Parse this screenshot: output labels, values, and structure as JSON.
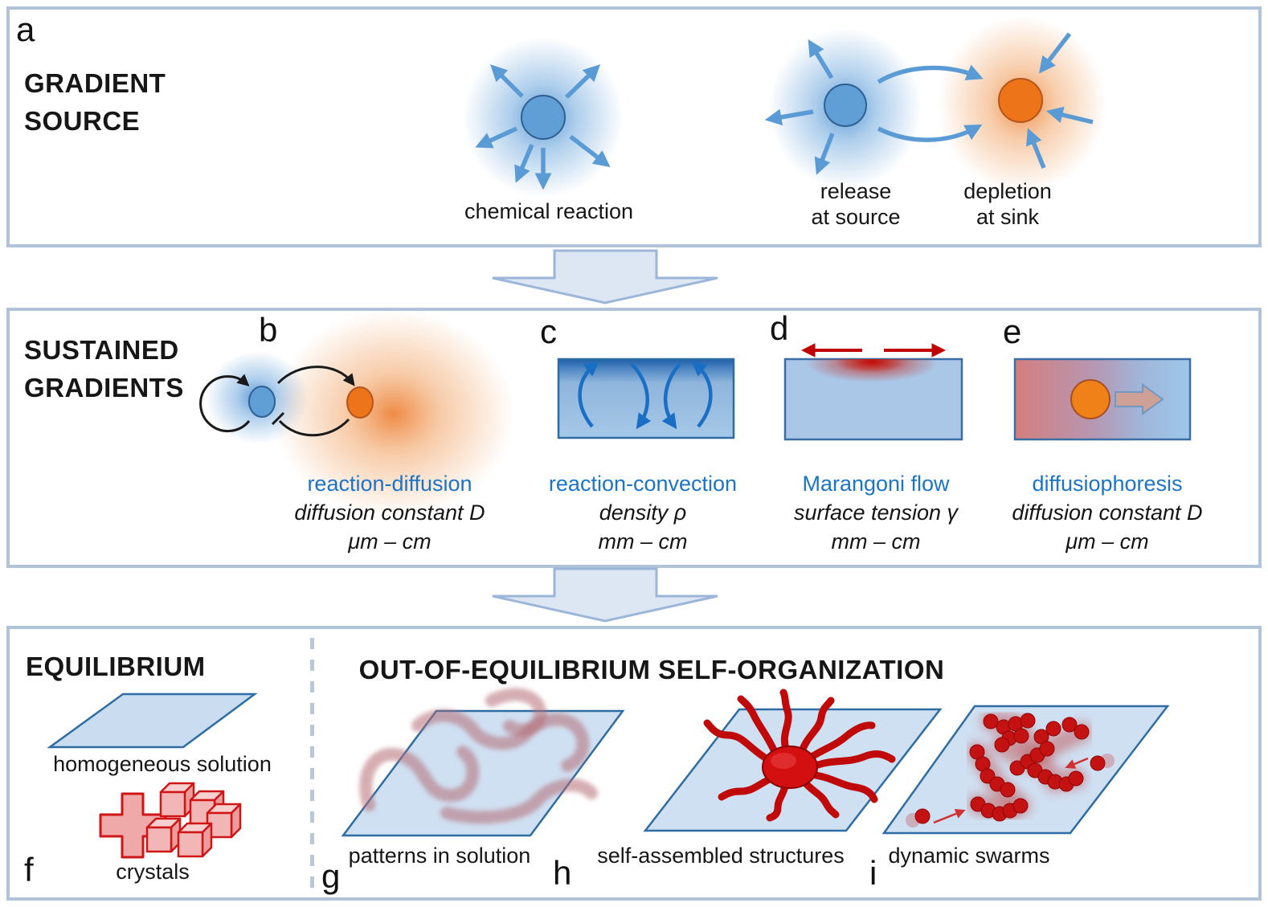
{
  "gradient_source": {
    "letter": "a",
    "title_line1": "GRADIENT",
    "title_line2": "SOURCE",
    "chemical_caption": "chemical reaction",
    "release_line1": "release",
    "release_line2": "at source",
    "depletion_line1": "depletion",
    "depletion_line2": "at sink"
  },
  "sustained_gradients": {
    "title_line1": "SUSTAINED",
    "title_line2": "GRADIENTS",
    "mechanisms": [
      {
        "letter": "b",
        "label": "reaction-diffusion",
        "parameter": "diffusion constant D",
        "scale": "μm – cm"
      },
      {
        "letter": "c",
        "label": "reaction-convection",
        "parameter": "density ρ",
        "scale": "mm – cm"
      },
      {
        "letter": "d",
        "label": "Marangoni flow",
        "parameter": "surface tension γ",
        "scale": "mm – cm"
      },
      {
        "letter": "e",
        "label": "diffusiophoresis",
        "parameter": "diffusion constant D",
        "scale": "μm – cm"
      }
    ]
  },
  "equilibrium": {
    "letter": "f",
    "title": "EQUILIBRIUM",
    "solution_caption": "homogeneous solution",
    "crystals_caption": "crystals"
  },
  "out_of_equilibrium": {
    "title": "OUT-OF-EQUILIBRIUM SELF-ORGANIZATION",
    "outcomes": [
      {
        "letter": "g",
        "caption": "patterns in solution"
      },
      {
        "letter": "h",
        "caption": "self-assembled structures"
      },
      {
        "letter": "i",
        "caption": "dynamic swarms"
      }
    ]
  },
  "colors": {
    "panel_border": "#b0c3d9",
    "arrow_blue": "#5b9bd5",
    "label_blue": "#1b74c5",
    "source_blue": "#5f9fd6",
    "sink_orange": "#ed7419",
    "red": "#c00000",
    "plane_fill": "#cfe0f2"
  }
}
